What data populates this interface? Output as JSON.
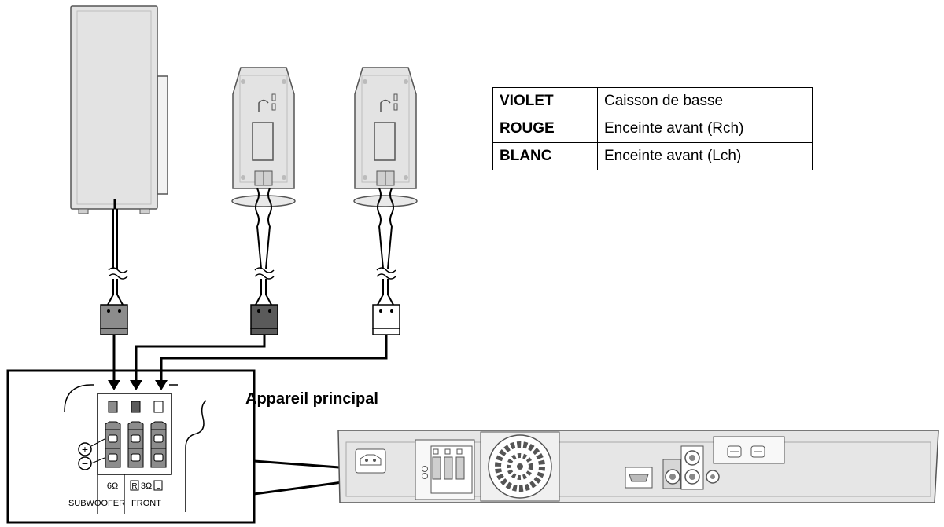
{
  "legend": {
    "rows": [
      {
        "code": "VIOLET",
        "desc": "Caisson de basse"
      },
      {
        "code": "ROUGE",
        "desc": "Enceinte avant (Rch)"
      },
      {
        "code": "BLANC",
        "desc": "Enceinte avant (Lch)"
      }
    ]
  },
  "main_unit_label": "Appareil principal",
  "terminal_panel": {
    "plus_symbol": "+",
    "minus_symbol": "−",
    "sub_impedance": "6Ω",
    "front_impedance": "3Ω",
    "right_marker": "R",
    "left_marker": "L",
    "sub_label": "SUBWOOFER",
    "front_label": "FRONT"
  },
  "connector_colors": {
    "subwoofer": "#8c8c8c",
    "front_right": "#5a5a5a",
    "front_left": "#ffffff"
  }
}
